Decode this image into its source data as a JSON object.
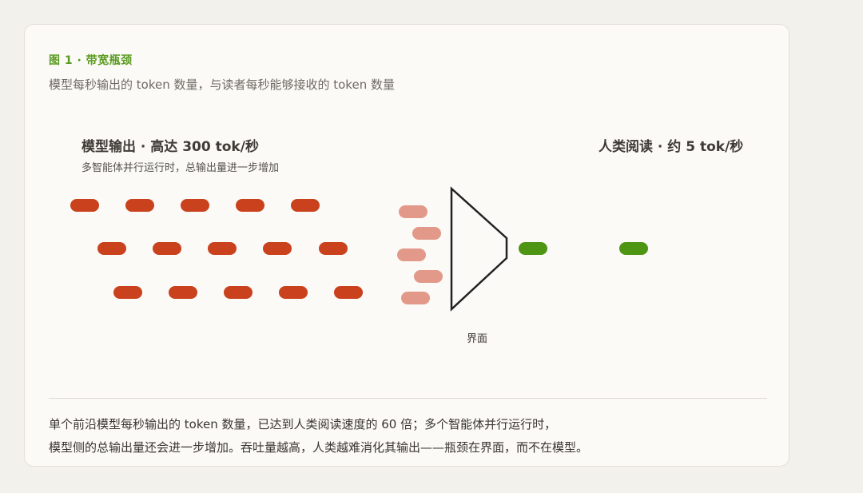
{
  "figure": {
    "label": "图 1 · 带宽瓶颈",
    "subtitle": "模型每秒输出的 token 数量，与读者每秒能够接收的 token 数量"
  },
  "left": {
    "heading": "模型输出 · 高达 300 tok/秒",
    "subheading": "多智能体并行运行时，总输出量进一步增加"
  },
  "right": {
    "heading": "人类阅读 · 约 5 tok/秒"
  },
  "interface": {
    "label": "界面"
  },
  "caption": {
    "line1": "单个前沿模型每秒输出的 token 数量，已达到人类阅读速度的  60 倍；多个智能体并行运行时，",
    "line2": "模型侧的总输出量还会进一步增加。吞吐量越高，人类越难消化其输出——瓶颈在界面，而不在模型。"
  },
  "colors": {
    "model_token": "#c9421d",
    "queued_token": "#e3998a",
    "human_token": "#4f9514",
    "accent": "#5a9a1f"
  }
}
